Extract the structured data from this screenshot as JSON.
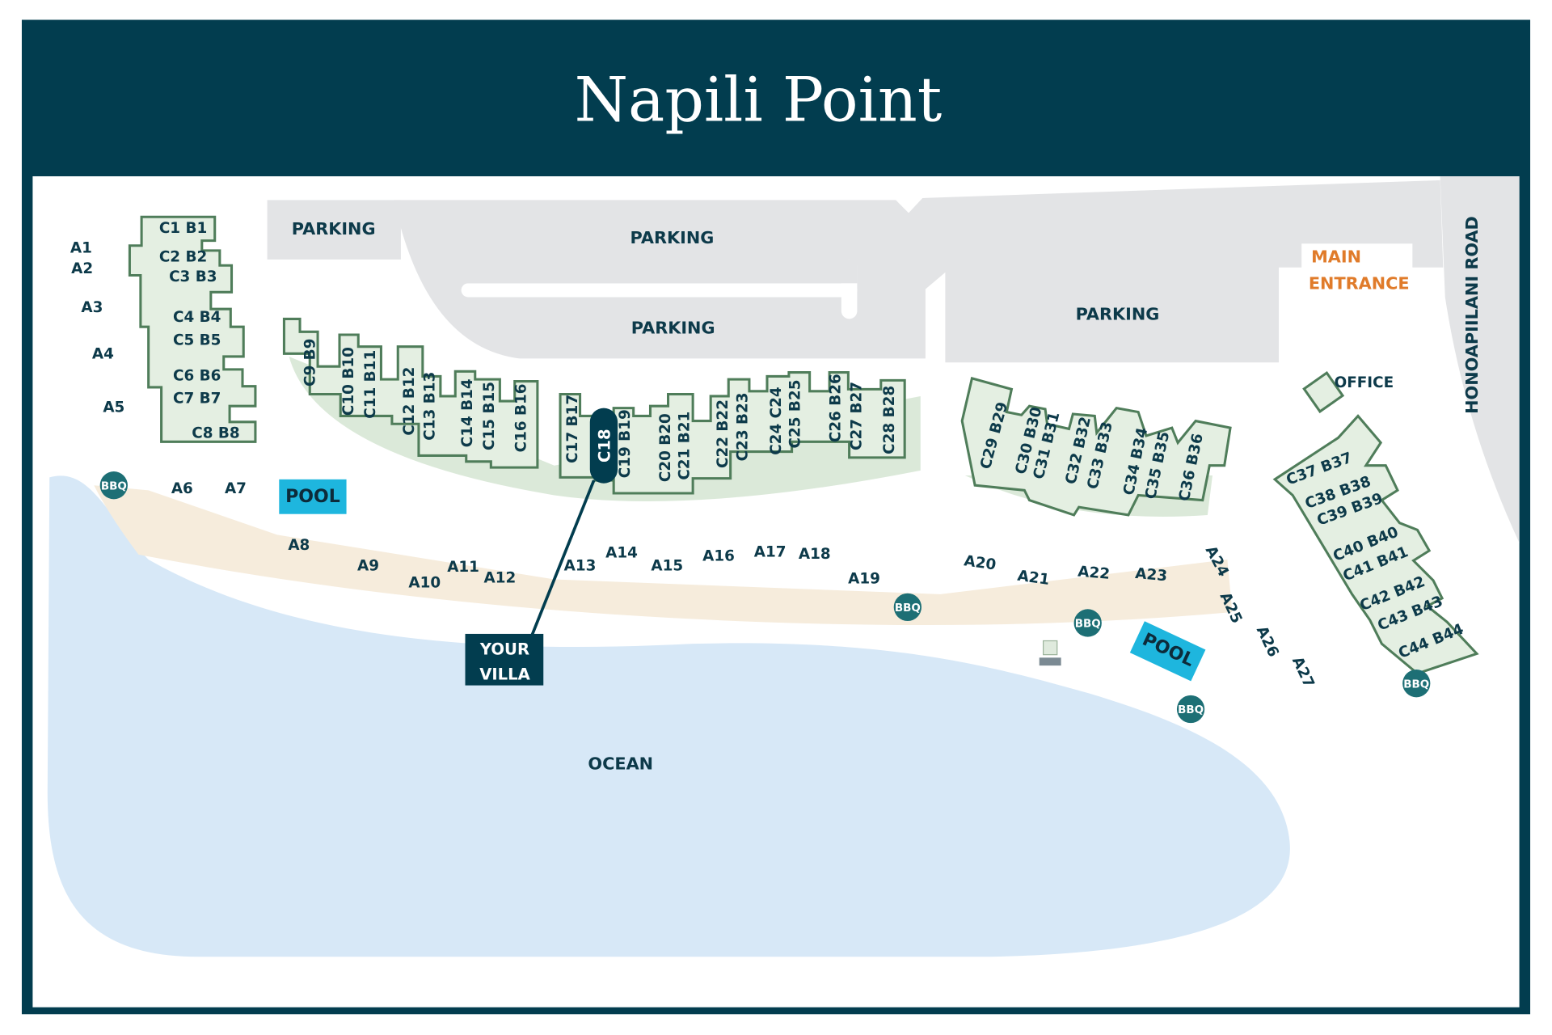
{
  "title": "Napili Point",
  "colors": {
    "frame": "#023d4f",
    "ocean": "#d7e8f7",
    "sand": "#f6ecdc",
    "parking": "#e3e4e6",
    "building": "#e4efe2",
    "pool": "#1eb6de",
    "bbq": "#1d6f75",
    "entrance": "#e07b2a"
  },
  "parking_labels": [
    "PARKING",
    "PARKING",
    "PARKING",
    "PARKING"
  ],
  "main_entrance": [
    "MAIN",
    "ENTRANCE"
  ],
  "road": "HONOAPIILANI ROAD",
  "office": "OFFICE",
  "pool": [
    "POOL",
    "POOL"
  ],
  "bbq": [
    "BBQ",
    "BBQ",
    "BBQ",
    "BBQ",
    "BBQ"
  ],
  "ocean": "OCEAN",
  "your_villa": {
    "line1": "YOUR",
    "line2": "VILLA",
    "unit": "C18"
  },
  "a_units": [
    "A1",
    "A2",
    "A3",
    "A4",
    "A5",
    "A6",
    "A7",
    "A8",
    "A9",
    "A10",
    "A11",
    "A12",
    "A13",
    "A14",
    "A15",
    "A16",
    "A17",
    "A18",
    "A19",
    "A20",
    "A21",
    "A22",
    "A23",
    "A24",
    "A25",
    "A26",
    "A27"
  ],
  "cb_units": [
    "C1 B1",
    "C2 B2",
    "C3 B3",
    "C4 B4",
    "C5 B5",
    "C6 B6",
    "C7 B7",
    "C8 B8",
    "C9 B9",
    "C10 B10",
    "C11 B11",
    "C12 B12",
    "C13 B13",
    "C14 B14",
    "C15 B15",
    "C16 B16",
    "C17 B17",
    "C19 B19",
    "C20 B20",
    "C21 B21",
    "C22 B22",
    "C23 B23",
    "C24 C24",
    "C25 B25",
    "C26 B26",
    "C27 B27",
    "C28 B28",
    "C29 B29",
    "C30 B30",
    "C31 B31",
    "C32 B32",
    "C33 B33",
    "C34 B34",
    "C35 B35",
    "C36 B36",
    "C37 B37",
    "C38 B38",
    "C39 B39",
    "C40 B40",
    "C41 B41",
    "C42 B42",
    "C43 B43",
    "C44 B44"
  ]
}
